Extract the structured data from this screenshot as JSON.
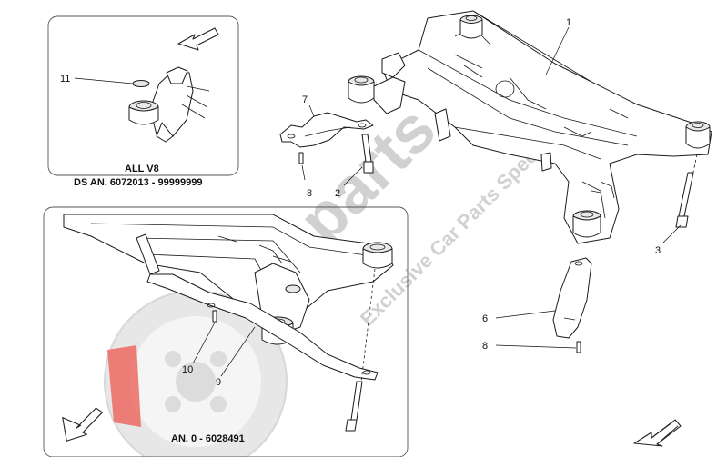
{
  "watermark": {
    "brand": "sparts",
    "tagline": "Exclusive Car Parts Specialist",
    "accent": "#e8453c"
  },
  "inset_top": {
    "callouts": [
      "11"
    ],
    "caption_line1": "ALL V8",
    "caption_line2": "DS  AN. 6072013 - 99999999"
  },
  "inset_bottom": {
    "callouts": [
      "10",
      "9"
    ],
    "caption": "AN. 0 - 6028491"
  },
  "main": {
    "callouts": [
      "1",
      "7",
      "2",
      "8",
      "3",
      "6",
      "8"
    ]
  },
  "colors": {
    "line": "#1a1a1a",
    "frame": "#555555",
    "watermark_grey": "#c9c9c9",
    "watermark_red": "#e8453c"
  }
}
